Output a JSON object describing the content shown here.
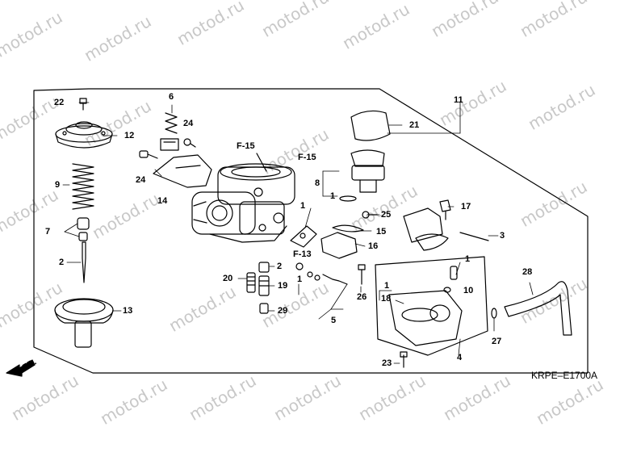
{
  "watermark": "motod.ru",
  "diagram_code": "KRPE–E1700A",
  "front_marker": "FR.",
  "callouts": {
    "c1": "1",
    "c1b": "1",
    "c1c": "1",
    "c1d": "1",
    "c1e": "1",
    "c2": "2",
    "c2b": "2",
    "c3": "3",
    "c4": "4",
    "c5": "5",
    "c6": "6",
    "c7": "7",
    "c8": "8",
    "c9": "9",
    "c10": "10",
    "c11": "11",
    "c12": "12",
    "c13": "13",
    "c14": "14",
    "c15": "15",
    "c16": "16",
    "c17": "17",
    "c18": "18",
    "c19": "19",
    "c20": "20",
    "c21": "21",
    "c22": "22",
    "c23": "23",
    "c24": "24",
    "c24b": "24",
    "c25": "25",
    "c26": "26",
    "c27": "27",
    "c28": "28",
    "c29": "29"
  },
  "refs": {
    "f15a": "F-15",
    "f15b": "F-15",
    "f13": "F-13"
  }
}
